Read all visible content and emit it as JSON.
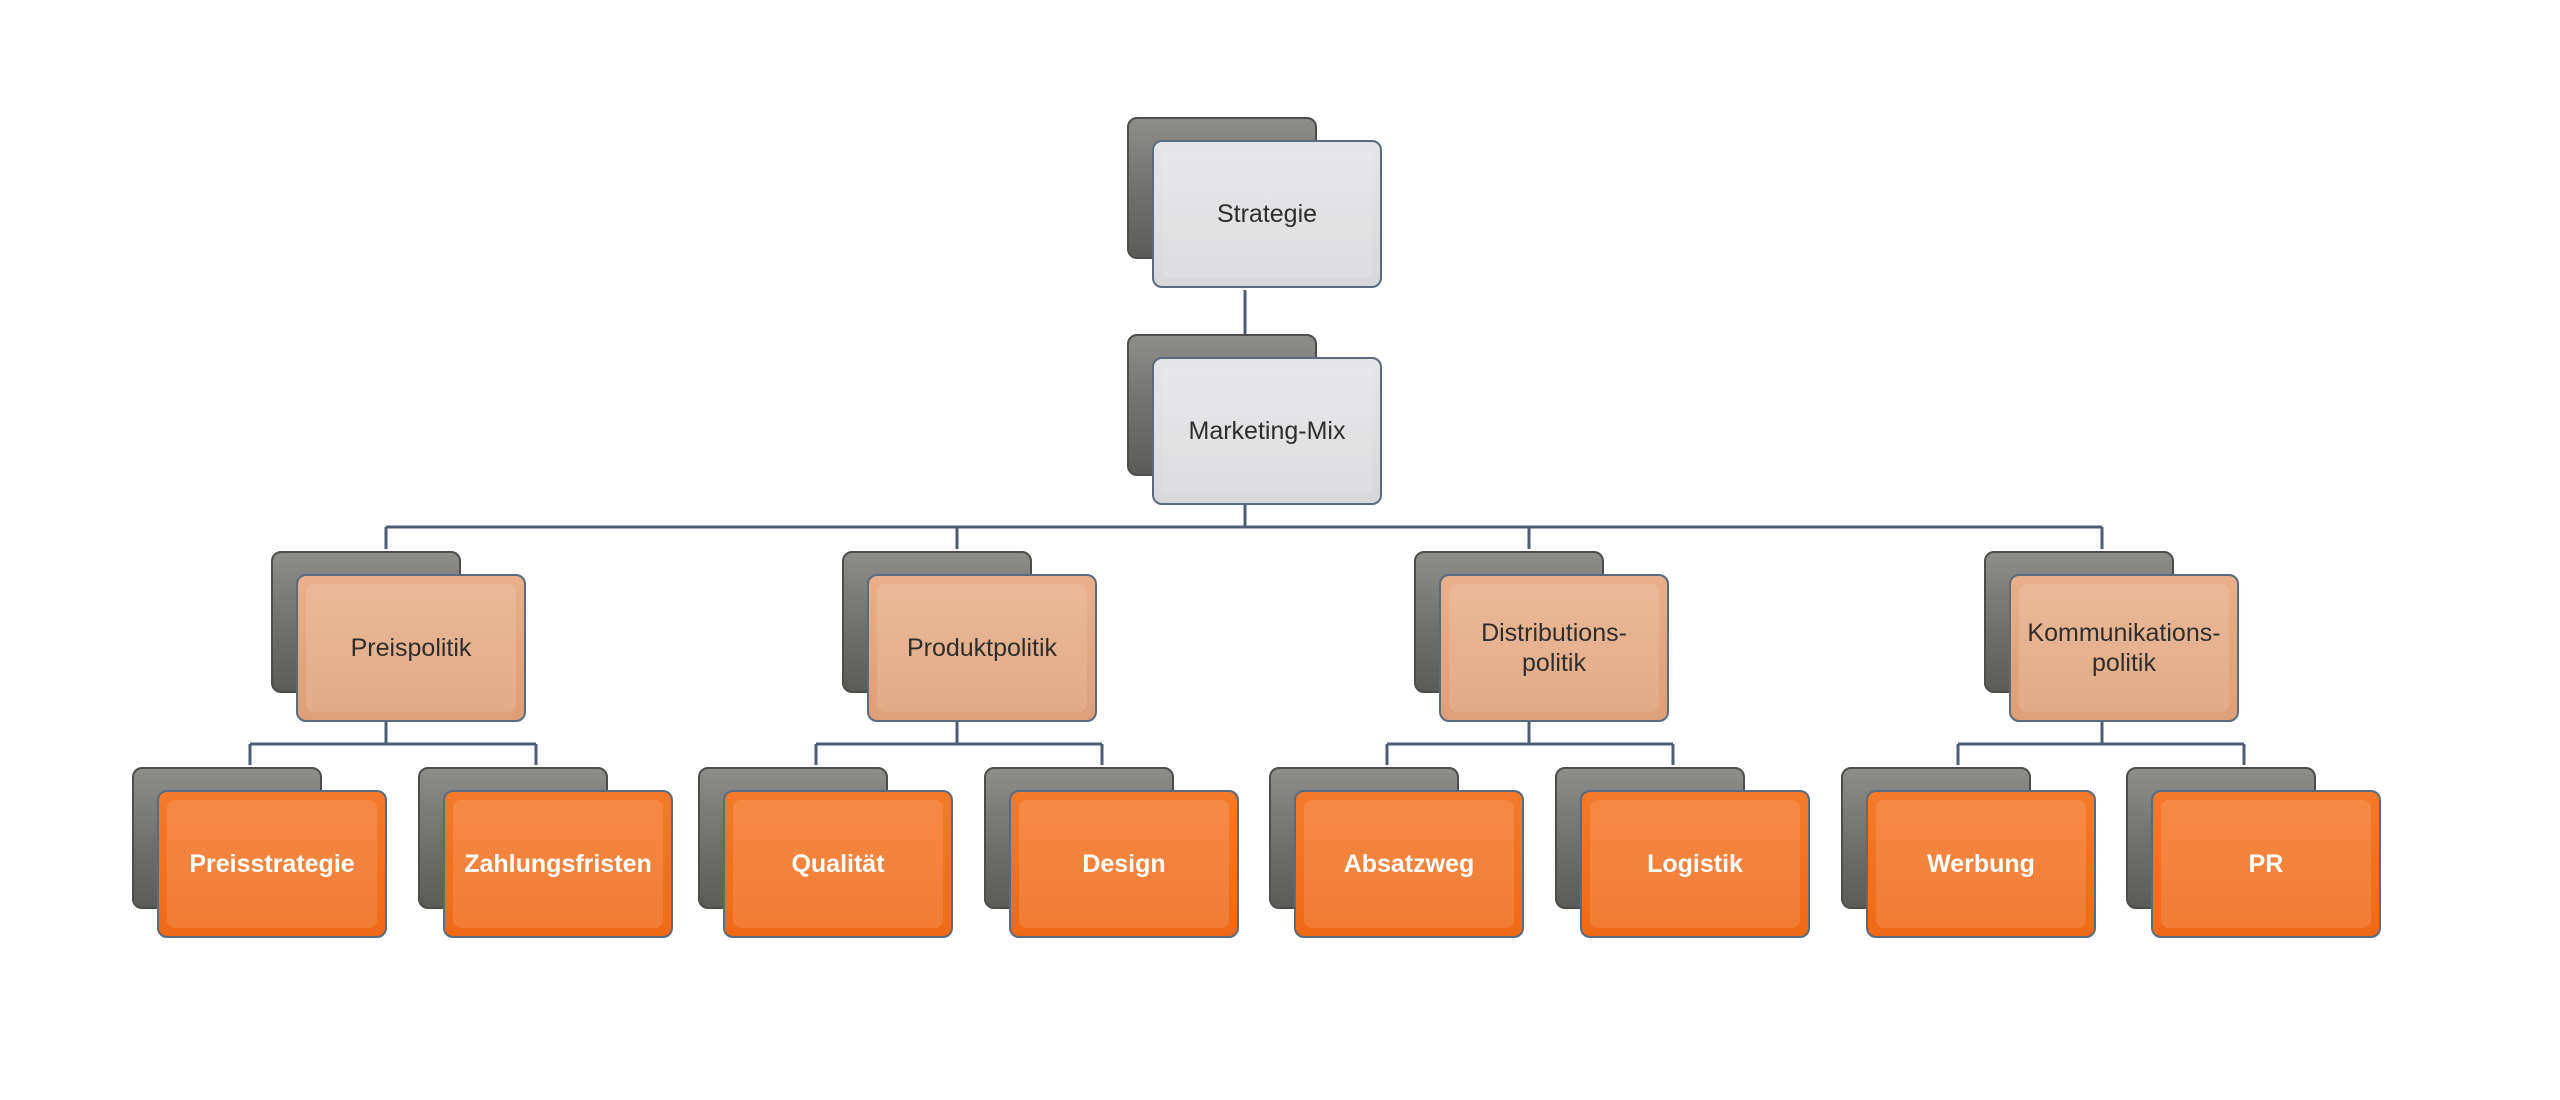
{
  "colors": {
    "connector": "#4d5e74",
    "level1": "#dcdcde",
    "level2": "#e2a882",
    "level3": "#f1701f",
    "shadow": "#727270"
  },
  "root": {
    "label": "Strategie"
  },
  "mix": {
    "label": "Marketing-Mix"
  },
  "policies": [
    {
      "label": "Preispolitik",
      "children": [
        "Preisstrategie",
        "Zahlungsfristen"
      ]
    },
    {
      "label": "Produktpolitik",
      "children": [
        "Qualität",
        "Design"
      ]
    },
    {
      "label": "Distributions-\npolitik",
      "children": [
        "Absatzweg",
        "Logistik"
      ]
    },
    {
      "label": "Kommunikations-\npolitik",
      "children": [
        "Werbung",
        "PR"
      ]
    }
  ]
}
